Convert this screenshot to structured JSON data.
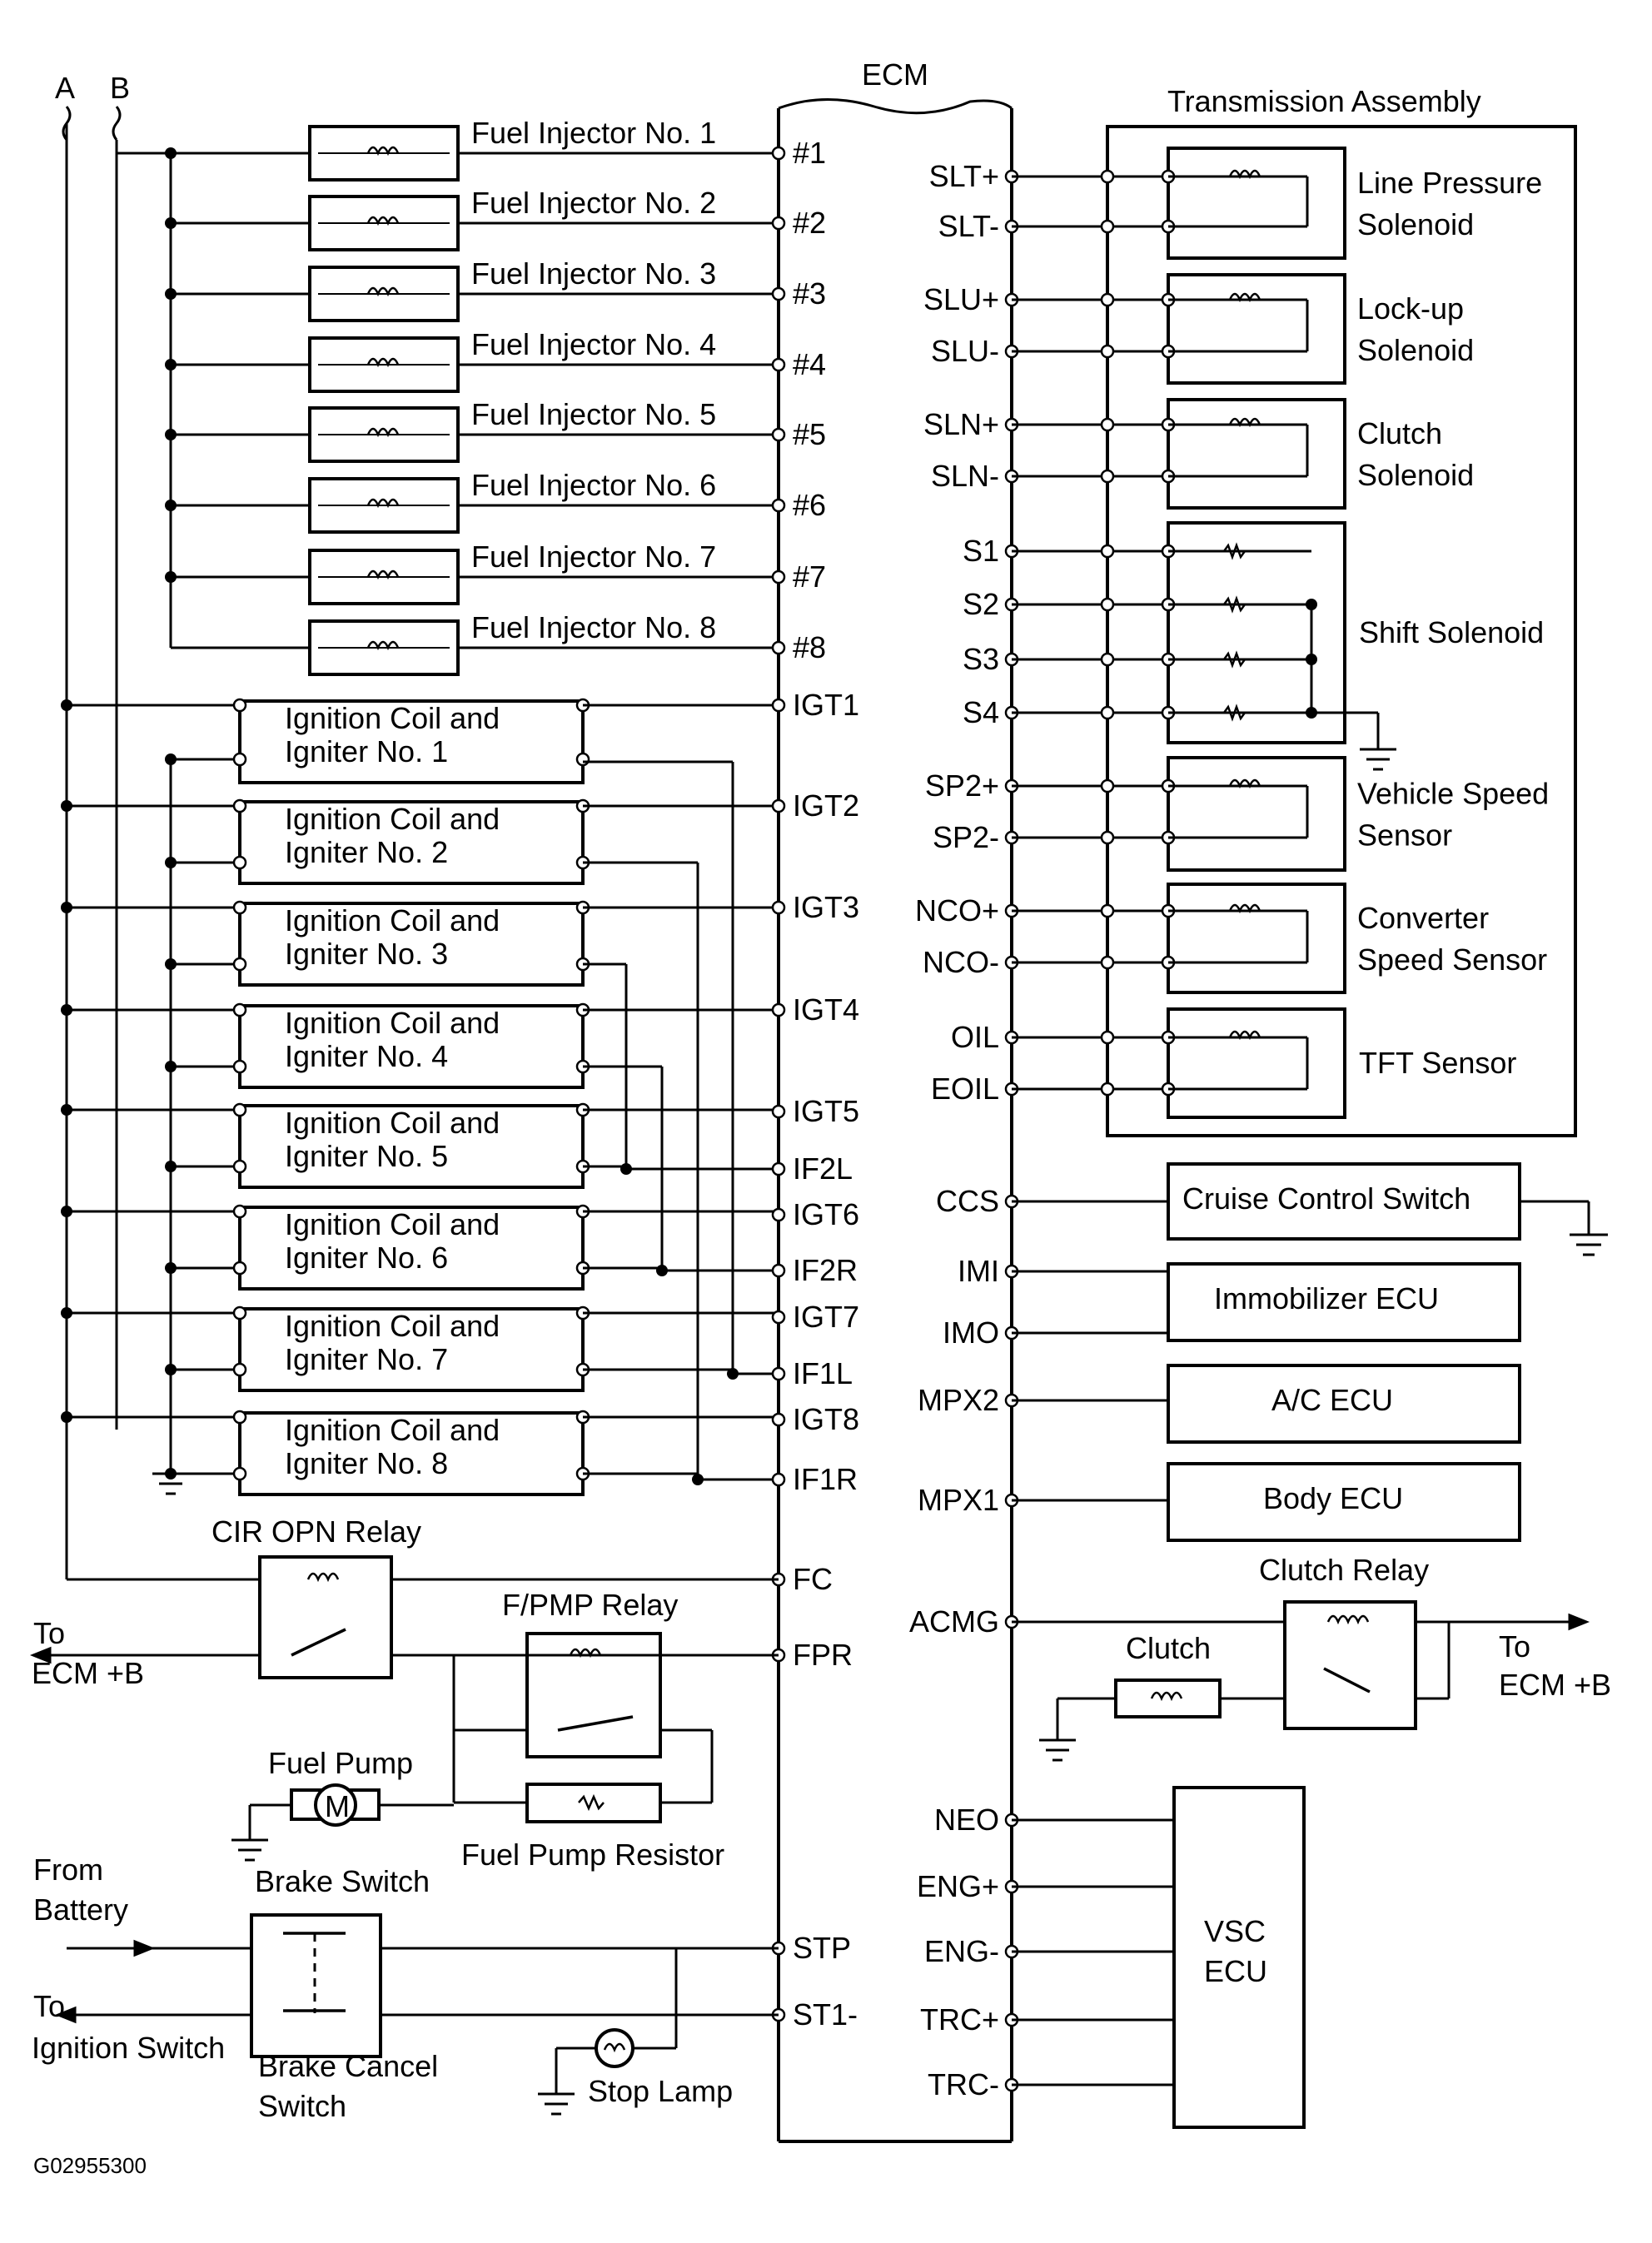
{
  "ecm": {
    "title": "ECM",
    "pins_left": [
      "#1",
      "#2",
      "#3",
      "#4",
      "#5",
      "#6",
      "#7",
      "#8",
      "IGT1",
      "IGT2",
      "IGT3",
      "IGT4",
      "IGT5",
      "IF2L",
      "IGT6",
      "IF2R",
      "IGT7",
      "IF1L",
      "IGT8",
      "IF1R",
      "FC",
      "FPR",
      "STP",
      "ST1-"
    ],
    "pins_right": [
      "SLT+",
      "SLT-",
      "SLU+",
      "SLU-",
      "SLN+",
      "SLN-",
      "S1",
      "S2",
      "S3",
      "S4",
      "SP2+",
      "SP2-",
      "NCO+",
      "NCO-",
      "OIL",
      "EOIL",
      "CCS",
      "IMI",
      "IMO",
      "MPX2",
      "MPX1",
      "ACMG",
      "NEO",
      "ENG+",
      "ENG-",
      "TRC+",
      "TRC-"
    ]
  },
  "bus_labels": [
    "A",
    "B"
  ],
  "injectors": [
    "Fuel Injector No. 1",
    "Fuel Injector No. 2",
    "Fuel Injector No. 3",
    "Fuel Injector No. 4",
    "Fuel Injector No. 5",
    "Fuel Injector No. 6",
    "Fuel Injector No. 7",
    "Fuel Injector No. 8"
  ],
  "ignition_coils": [
    [
      "Ignition Coil and",
      "Igniter No. 1"
    ],
    [
      "Ignition Coil and",
      "Igniter No. 2"
    ],
    [
      "Ignition Coil and",
      "Igniter No. 3"
    ],
    [
      "Ignition Coil and",
      "Igniter No. 4"
    ],
    [
      "Ignition Coil and",
      "Igniter No. 5"
    ],
    [
      "Ignition Coil and",
      "Igniter No. 6"
    ],
    [
      "Ignition Coil and",
      "Igniter No. 7"
    ],
    [
      "Ignition Coil and",
      "Igniter No. 8"
    ]
  ],
  "transmission": {
    "title": "Transmission Assembly",
    "components": [
      [
        "Line Pressure",
        "Solenoid"
      ],
      [
        "Lock-up",
        "Solenoid"
      ],
      [
        "Clutch",
        "Solenoid"
      ],
      [
        "Shift Solenoid"
      ],
      [
        "Vehicle  Speed",
        "Sensor"
      ],
      [
        "Converter",
        "Speed Sensor"
      ],
      [
        "TFT Sensor"
      ]
    ]
  },
  "right_boxes": [
    "Cruise Control Switch",
    "Immobilizer ECU",
    "A/C ECU",
    "Body ECU"
  ],
  "vsc": [
    "VSC",
    "ECU"
  ],
  "relays": {
    "cir_opn": "CIR OPN Relay",
    "fpmp": "F/PMP Relay",
    "clutch_relay": "Clutch Relay",
    "clutch": "Clutch"
  },
  "fuel_pump": "Fuel Pump",
  "fuel_pump_motor": "M",
  "fuel_pump_resistor": "Fuel Pump Resistor",
  "brake_switch": "Brake Switch",
  "brake_cancel": [
    "Brake Cancel",
    "Switch"
  ],
  "stop_lamp": "Stop Lamp",
  "terminals": {
    "to_ecm_left": [
      "To",
      "ECM +B"
    ],
    "to_ecm_right": [
      "To",
      "ECM +B"
    ],
    "from_battery": [
      "From",
      "Battery"
    ],
    "to_ignition": [
      "To",
      "Ignition Switch"
    ]
  },
  "figure_id": "G02955300"
}
